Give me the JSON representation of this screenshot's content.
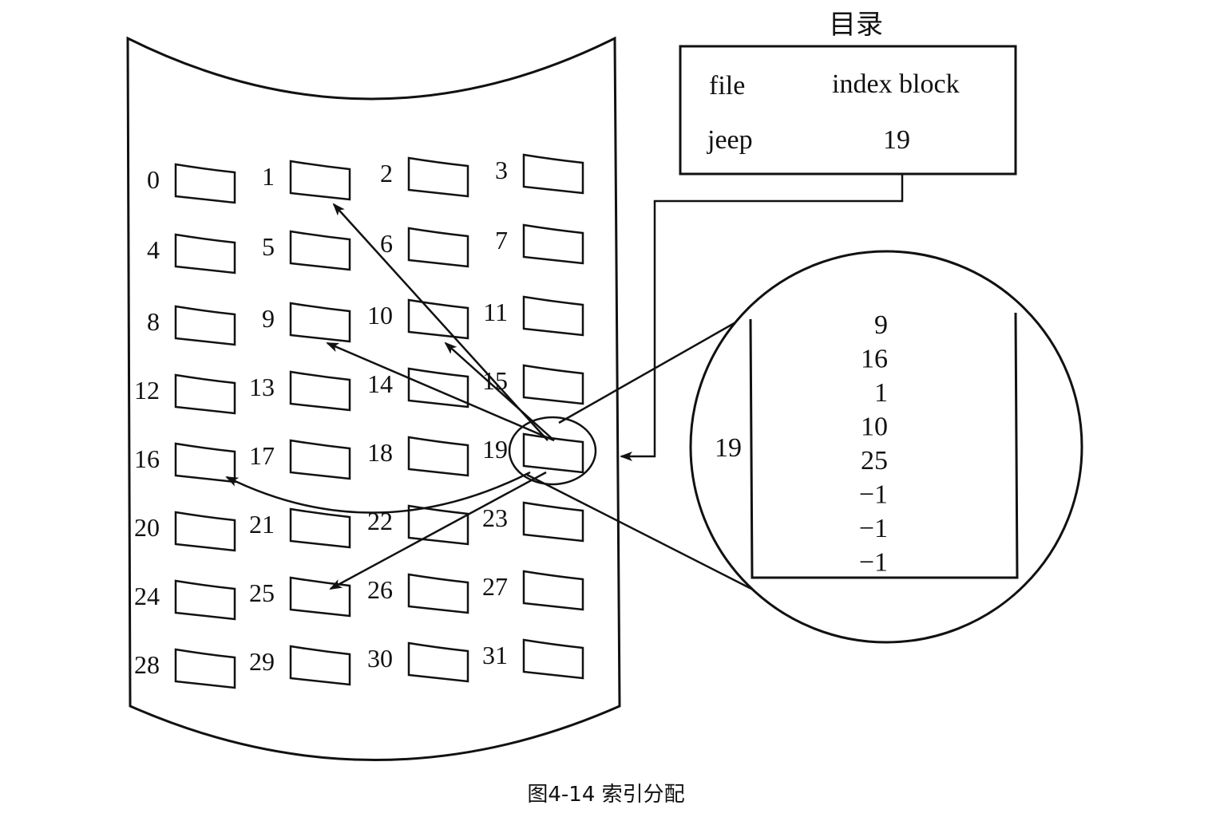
{
  "directory": {
    "title": "目录",
    "col_file": "file",
    "col_index": "index block",
    "row_file": "jeep",
    "row_index": "19"
  },
  "blocks": [
    {
      "id": "0",
      "label": "0"
    },
    {
      "id": "1",
      "label": "1"
    },
    {
      "id": "2",
      "label": "2"
    },
    {
      "id": "3",
      "label": "3"
    },
    {
      "id": "4",
      "label": "4"
    },
    {
      "id": "5",
      "label": "5"
    },
    {
      "id": "6",
      "label": "6"
    },
    {
      "id": "7",
      "label": "7"
    },
    {
      "id": "8",
      "label": "8"
    },
    {
      "id": "9",
      "label": "9"
    },
    {
      "id": "10",
      "label": "10"
    },
    {
      "id": "11",
      "label": "11"
    },
    {
      "id": "12",
      "label": "12"
    },
    {
      "id": "13",
      "label": "13"
    },
    {
      "id": "14",
      "label": "14"
    },
    {
      "id": "15",
      "label": "15"
    },
    {
      "id": "16",
      "label": "16"
    },
    {
      "id": "17",
      "label": "17"
    },
    {
      "id": "18",
      "label": "18"
    },
    {
      "id": "19",
      "label": "19"
    },
    {
      "id": "20",
      "label": "20"
    },
    {
      "id": "21",
      "label": "21"
    },
    {
      "id": "22",
      "label": "22"
    },
    {
      "id": "23",
      "label": "23"
    },
    {
      "id": "24",
      "label": "24"
    },
    {
      "id": "25",
      "label": "25"
    },
    {
      "id": "26",
      "label": "26"
    },
    {
      "id": "27",
      "label": "27"
    },
    {
      "id": "28",
      "label": "28"
    },
    {
      "id": "29",
      "label": "29"
    },
    {
      "id": "30",
      "label": "30"
    },
    {
      "id": "31",
      "label": "31"
    }
  ],
  "index_block": {
    "label": "19",
    "entries": [
      "9",
      "16",
      "1",
      "10",
      "25",
      "-1",
      "-1",
      "-1"
    ]
  },
  "pointers_from_19": [
    "9",
    "16",
    "1",
    "10",
    "25"
  ],
  "caption": "图4-14  索引分配"
}
